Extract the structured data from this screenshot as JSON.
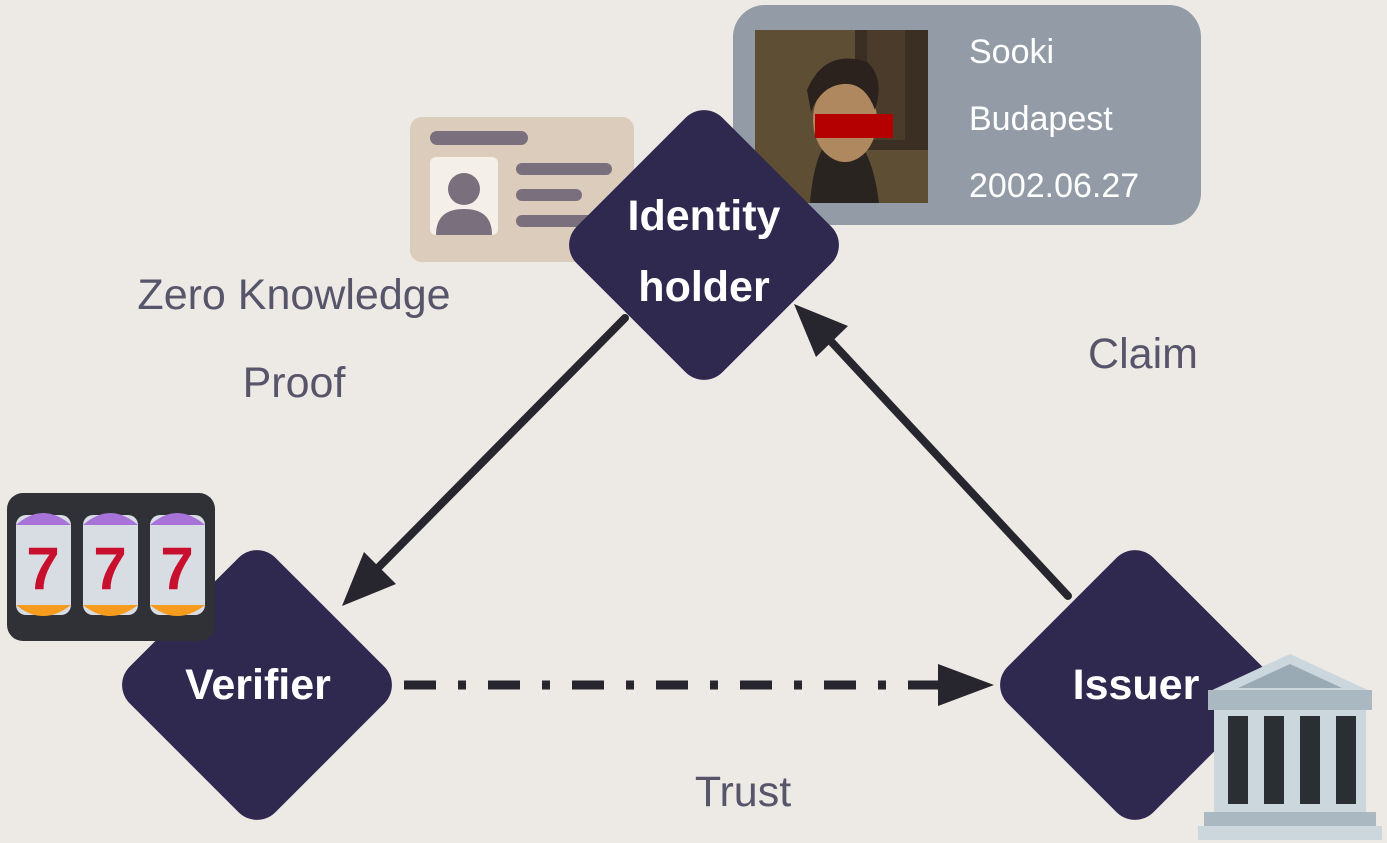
{
  "nodes": {
    "holder": {
      "line1": "Identity",
      "line2": "holder"
    },
    "verifier": "Verifier",
    "issuer": "Issuer"
  },
  "edges": {
    "zkp": {
      "line1": "Zero Knowledge",
      "line2": "Proof"
    },
    "claim": "Claim",
    "trust": "Trust"
  },
  "identity_card": {
    "name": "Sooki",
    "city": "Budapest",
    "date": "2002.06.27"
  },
  "slot_machine": {
    "digits": [
      "7",
      "7",
      "7"
    ]
  },
  "colors": {
    "background": "#ede9e5",
    "node": "#2f284f",
    "arrow": "#27252d",
    "card": "#939ca6",
    "label": "#56556a"
  }
}
